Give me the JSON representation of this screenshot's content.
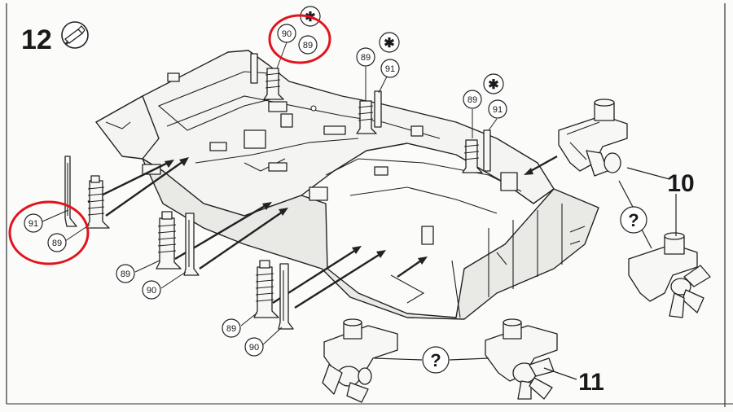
{
  "step": {
    "number": "12"
  },
  "callouts": {
    "top_90": "90",
    "top_89": "89",
    "mid_89": "89",
    "mid_91": "91",
    "right_89": "89",
    "right_91": "91",
    "left_91": "91",
    "left_89": "89",
    "lower_89": "89",
    "lower_90": "90",
    "front_89": "89",
    "front_90": "90"
  },
  "assemblies": {
    "upper_label": "10",
    "lower_label": "11",
    "question_mark": "?"
  },
  "symbols": {
    "glue_asterisk": "✱"
  },
  "colors": {
    "highlight": "#e0141e",
    "line_art": "#222222",
    "paper": "#fbfbfa"
  }
}
